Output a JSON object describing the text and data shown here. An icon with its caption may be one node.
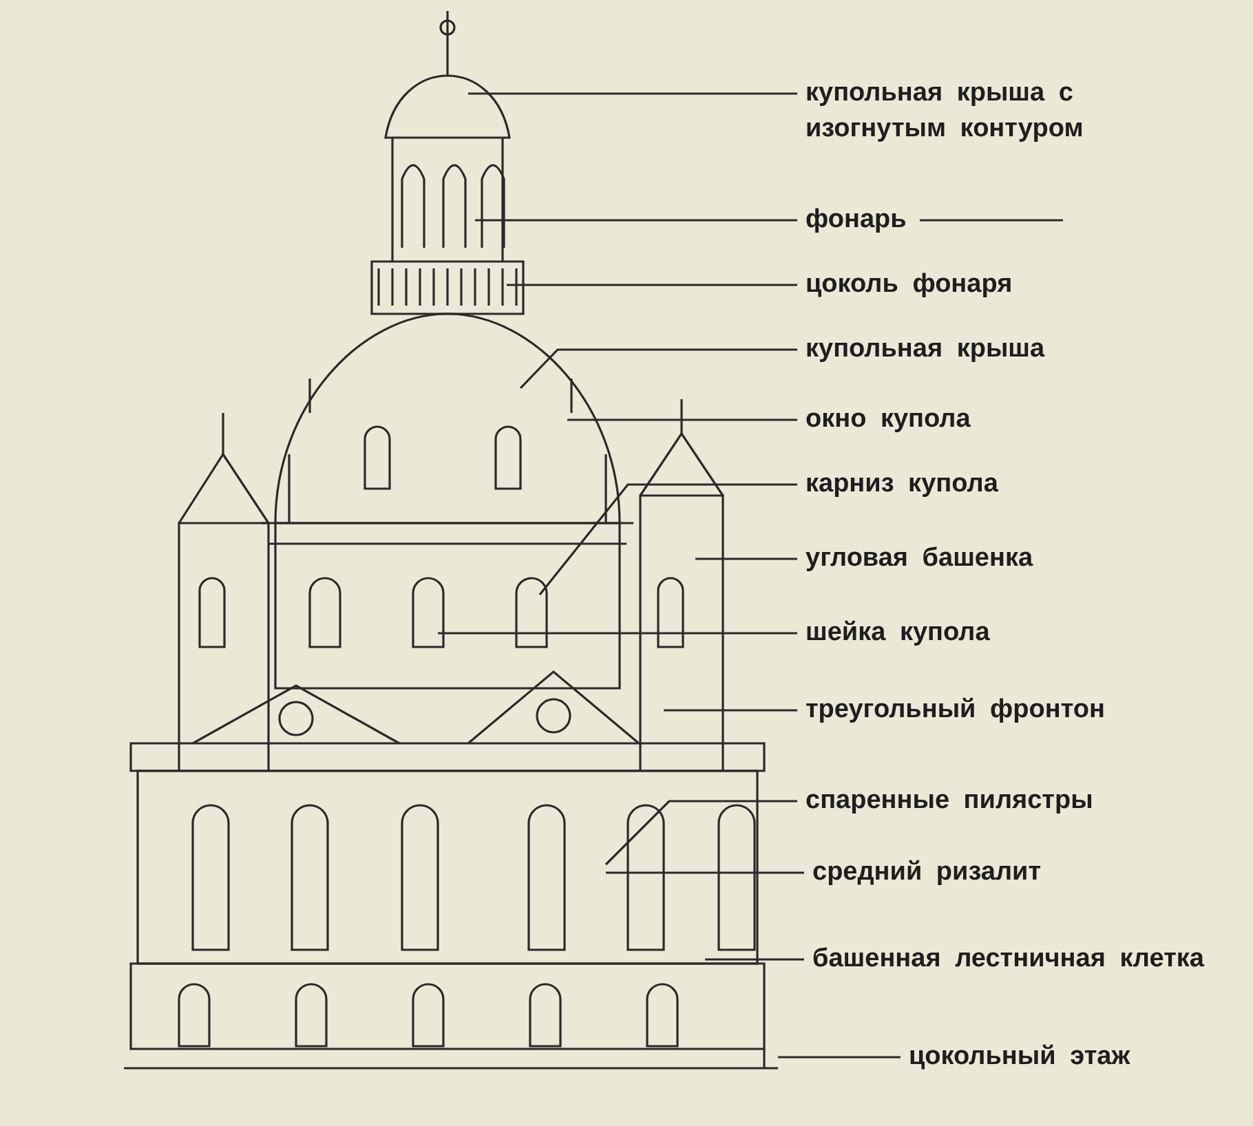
{
  "diagram": {
    "nodes": [
      {
        "text": [
          "купольная крыша с изогнутым контуром"
        ]
      },
      {
        "text": [
          "фонарь"
        ]
      },
      {
        "text": [
          "цоколь фонаря"
        ]
      },
      {
        "text": [
          "купольная крыша"
        ]
      },
      {
        "text": [
          "окно купола"
        ]
      },
      {
        "text": [
          "карниз купола"
        ]
      },
      {
        "text": [
          "угловая башенка"
        ]
      },
      {
        "text": [
          "шейка купола"
        ]
      },
      {
        "text": [
          "треугольный фронтон"
        ]
      },
      {
        "text": [
          "спаренные пилястры"
        ]
      },
      {
        "text": [
          "средний ризалит"
        ]
      },
      {
        "text": [
          "башенная лестничная клетка"
        ]
      },
      {
        "text": [
          "цокольный этаж"
        ]
      }
    ],
    "edges": [
      {
        "from": 0,
        "to": null,
        "arrow": "none"
      },
      {
        "from": 1,
        "to": null,
        "arrow": "none"
      },
      {
        "from": 2,
        "to": null,
        "arrow": "none"
      },
      {
        "from": 3,
        "to": null,
        "arrow": "none"
      },
      {
        "from": 4,
        "to": null,
        "arrow": "none"
      },
      {
        "from": 5,
        "to": null,
        "arrow": "none"
      },
      {
        "from": 6,
        "to": null,
        "arrow": "none"
      },
      {
        "from": 7,
        "to": null,
        "arrow": "none"
      },
      {
        "from": 8,
        "to": null,
        "arrow": "none"
      },
      {
        "from": 9,
        "to": null,
        "arrow": "none"
      },
      {
        "from": 10,
        "to": null,
        "arrow": "none"
      },
      {
        "from": 11,
        "to": null,
        "arrow": "none"
      },
      {
        "from": 12,
        "to": null,
        "arrow": "none"
      }
    ]
  }
}
